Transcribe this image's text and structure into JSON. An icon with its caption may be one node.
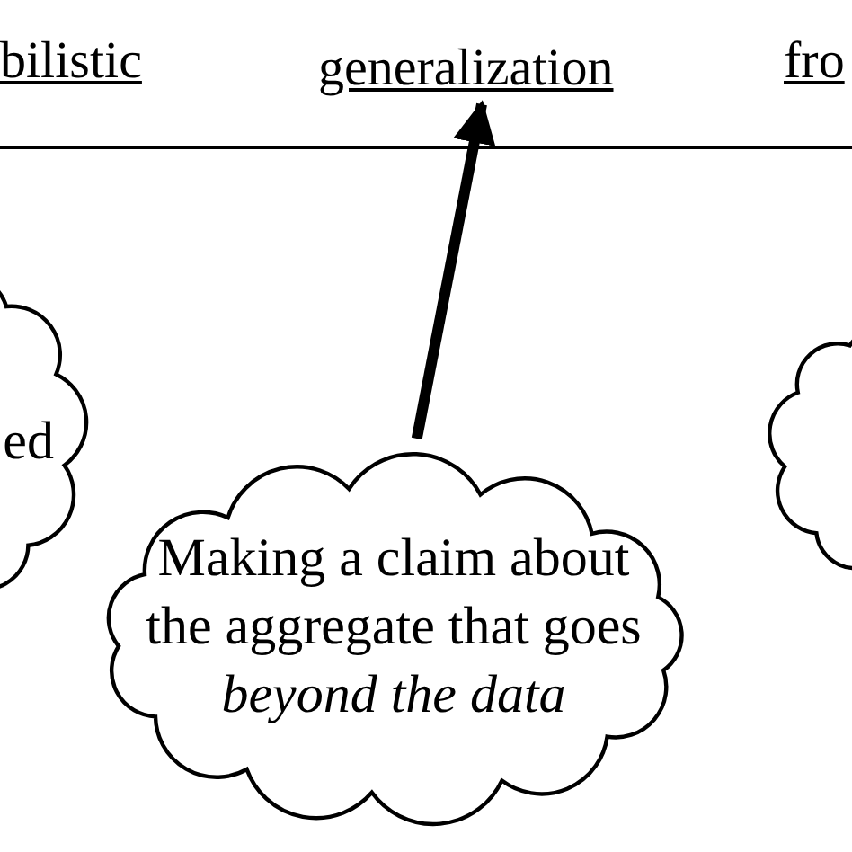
{
  "diagram": {
    "nodes": [
      {
        "text": [
          "generalization"
        ]
      },
      {
        "text": [
          "ed"
        ]
      },
      {
        "text": [
          "Making a claim about the aggregate that goes *beyond the data*"
        ]
      },
      {
        "text": [],
        "shape": "cloud"
      }
    ],
    "edges": [
      {
        "from": 2,
        "to": 0,
        "arrow": "to"
      }
    ],
    "labels": [
      "bilistic",
      "fro"
    ]
  }
}
